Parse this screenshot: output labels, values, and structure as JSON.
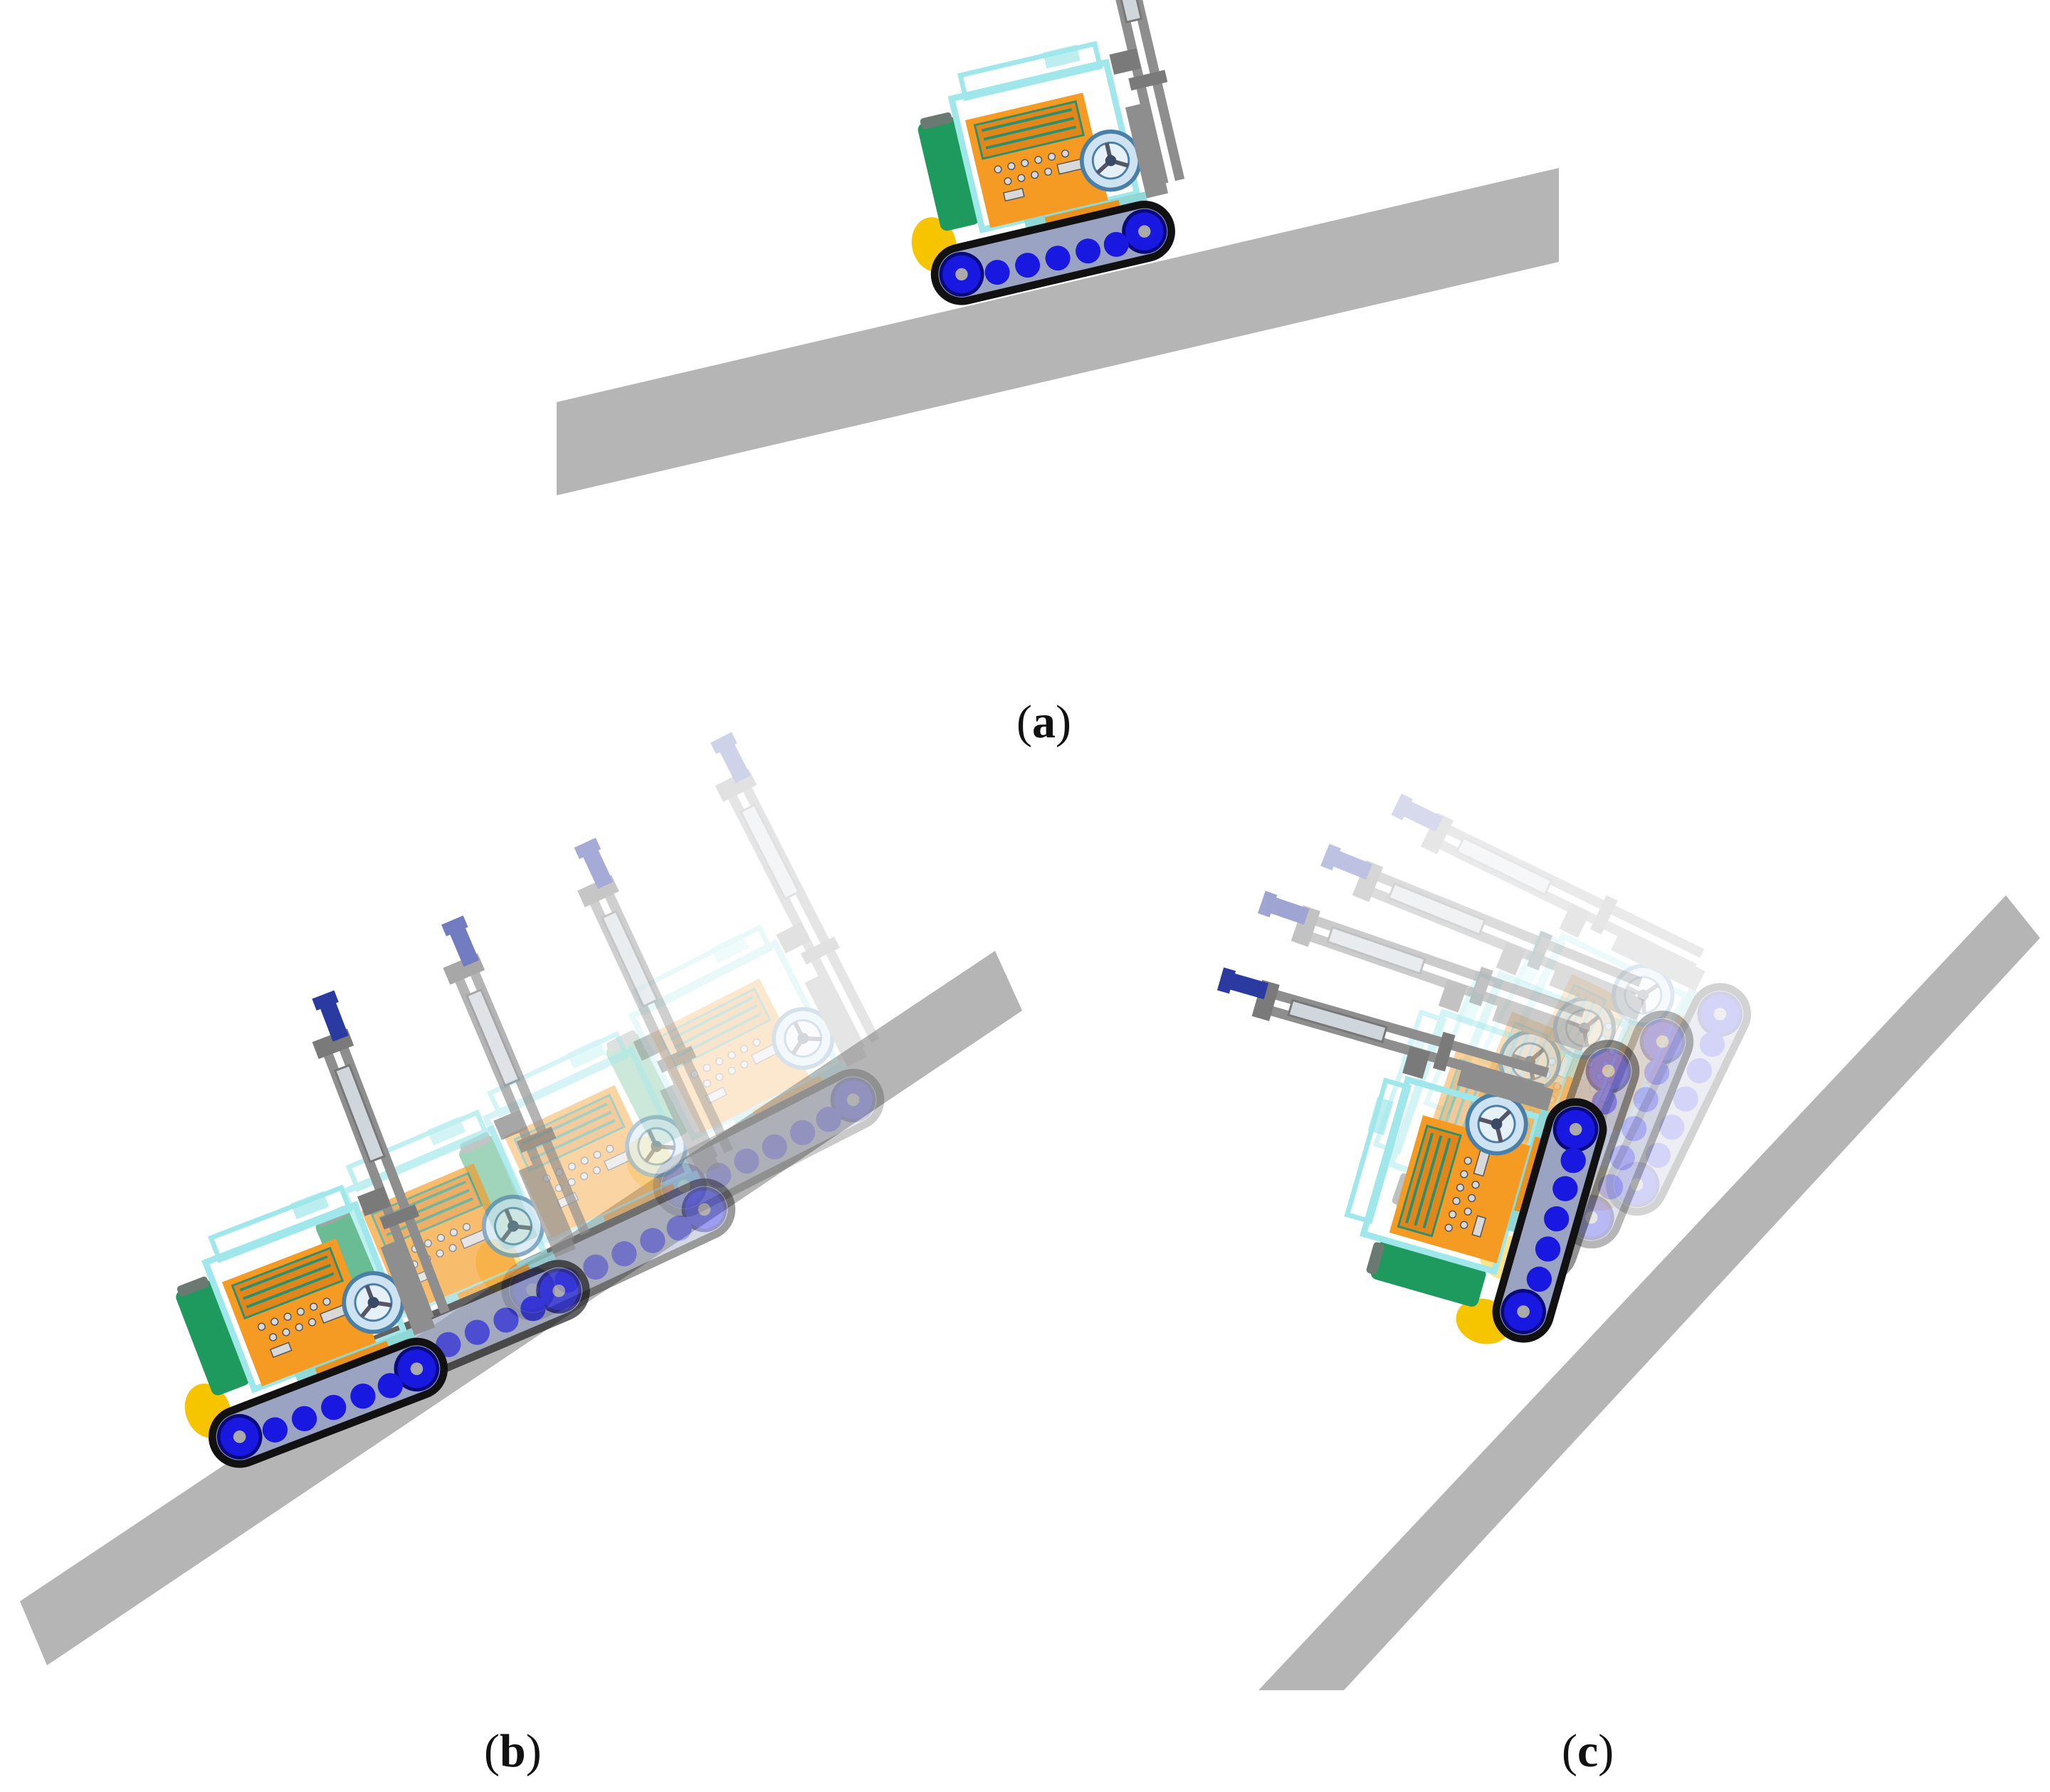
{
  "panels": [
    {
      "id": "a",
      "label_open": "(",
      "label_letter": "a",
      "label_close": ")"
    },
    {
      "id": "b",
      "label_open": "(",
      "label_letter": "b",
      "label_close": ")"
    },
    {
      "id": "c",
      "label_open": "(",
      "label_letter": "c",
      "label_close": ")"
    }
  ],
  "colors": {
    "slope": "#b5b5b5",
    "body_orange": "#f59a23",
    "green_tank": "#1e9a5e",
    "cyan_frame": "#9fe7ea",
    "track_black": "#111111",
    "wheel_blue": "#1818e0",
    "yellow_cap": "#f7c400",
    "mast_grey": "#8e8e8e",
    "drill_head": "#2a3aa0"
  }
}
